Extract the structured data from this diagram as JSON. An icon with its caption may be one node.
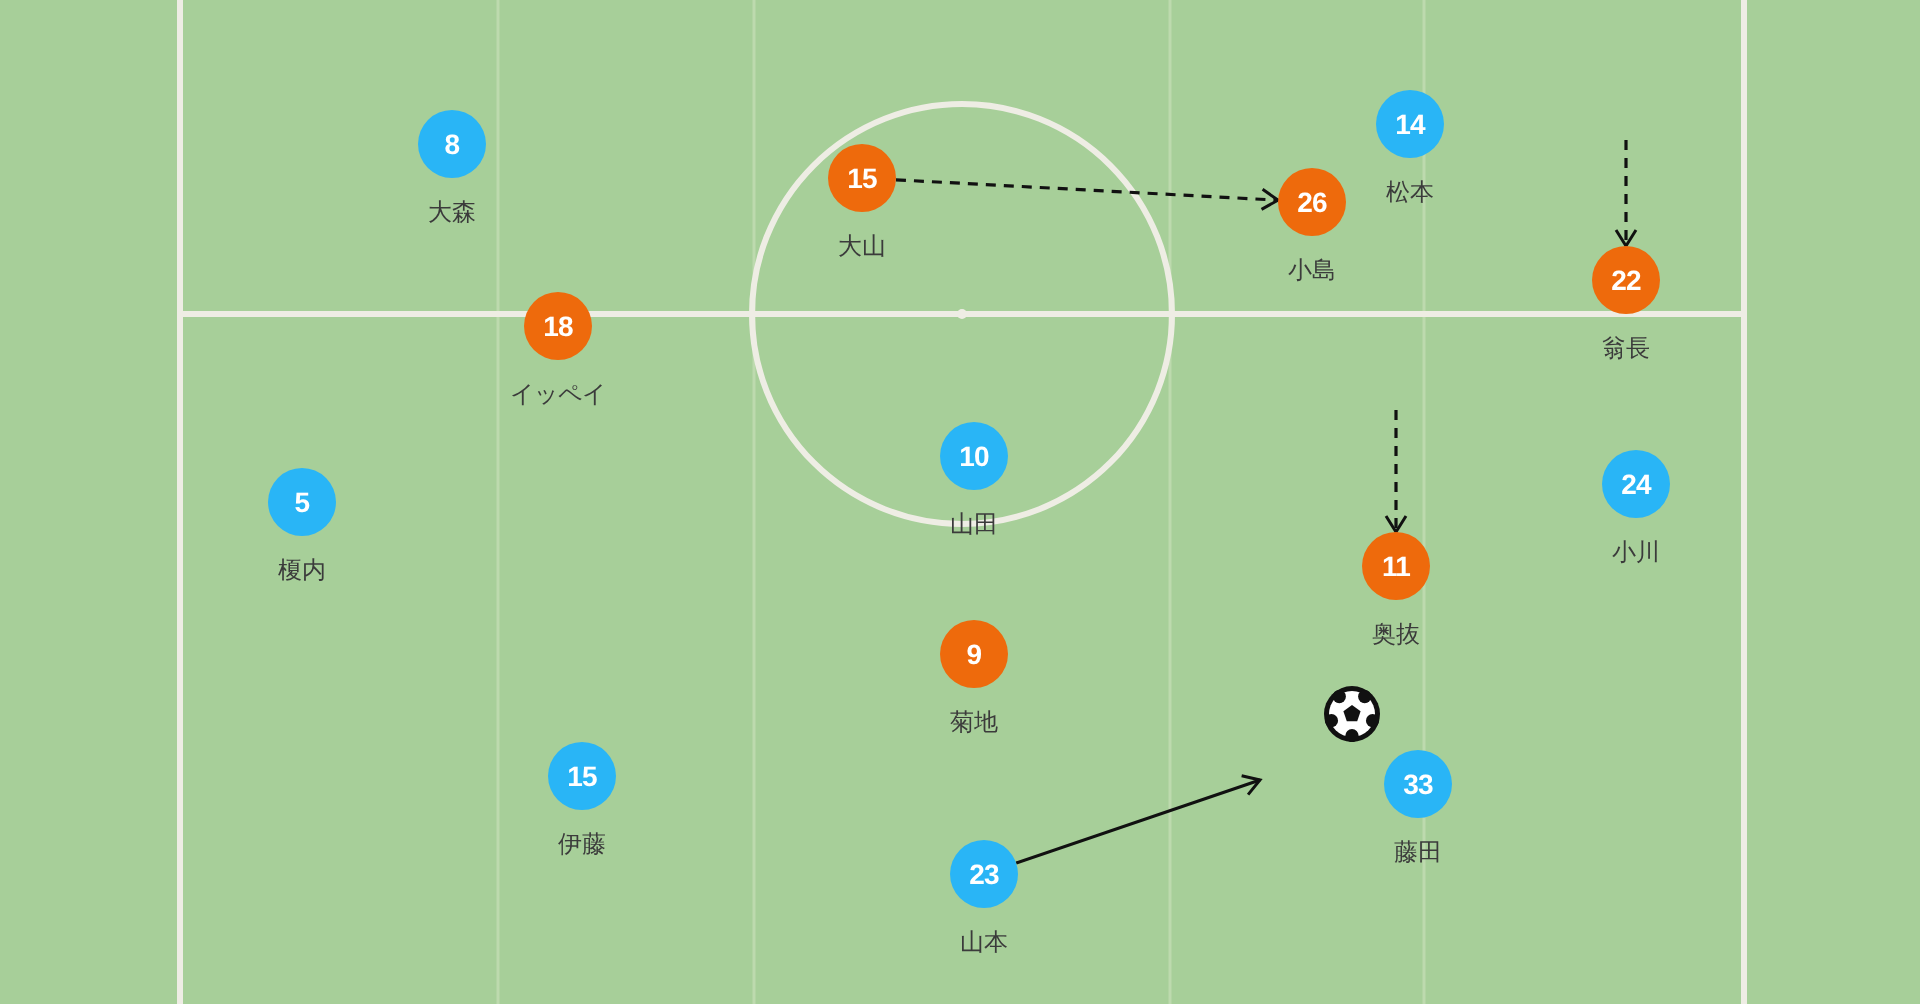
{
  "diagram": {
    "nodes": [
      {
        "text": [
          "14"
        ],
        "beside": [
          "松本"
        ]
      },
      {
        "text": [
          "8"
        ],
        "beside": [
          "大森"
        ]
      },
      {
        "text": [
          "15"
        ],
        "beside": [
          "大山"
        ]
      },
      {
        "text": [
          "26"
        ],
        "beside": [
          "小島"
        ]
      },
      {
        "text": [
          "22"
        ],
        "beside": [
          "翁長"
        ]
      },
      {
        "text": [
          "18"
        ],
        "beside": [
          "イッペイ"
        ]
      },
      {
        "text": [
          "10"
        ],
        "beside": [
          "山田"
        ]
      },
      {
        "text": [
          "24"
        ],
        "beside": [
          "小川"
        ]
      },
      {
        "text": [
          "5"
        ],
        "beside": [
          "榎内"
        ]
      },
      {
        "text": [
          "11"
        ],
        "beside": [
          "奥抜"
        ]
      },
      {
        "text": [
          "9"
        ],
        "beside": [
          "菊地"
        ]
      },
      {
        "text": [
          "15"
        ],
        "beside": [
          "伊藤"
        ]
      },
      {
        "text": [
          "33"
        ],
        "beside": [
          "藤田"
        ]
      },
      {
        "text": [
          "23"
        ],
        "beside": [
          "山本"
        ]
      }
    ],
    "edges": [
      {
        "from": 2,
        "to": 3,
        "arrow": "to",
        "style": "dashed"
      },
      {
        "from": null,
        "to": 4,
        "arrow": "to",
        "style": "dashed"
      },
      {
        "from": null,
        "to": 9,
        "arrow": "to",
        "style": "dashed"
      },
      {
        "from": 13,
        "to": null,
        "arrow": "to"
      }
    ]
  }
}
